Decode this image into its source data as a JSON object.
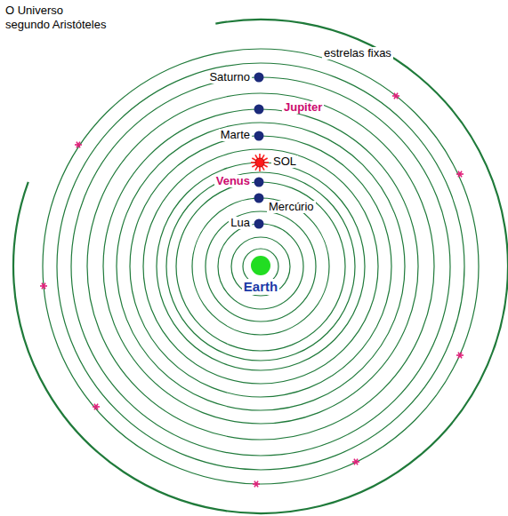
{
  "diagram": {
    "title": "O Universo segundo Aristóteles",
    "labels": [
      "estrelas fixas",
      "Saturno",
      "Jupiter",
      "Marte",
      "SOL",
      "Venus",
      "Mercúrio",
      "Lua",
      "Earth"
    ]
  }
}
